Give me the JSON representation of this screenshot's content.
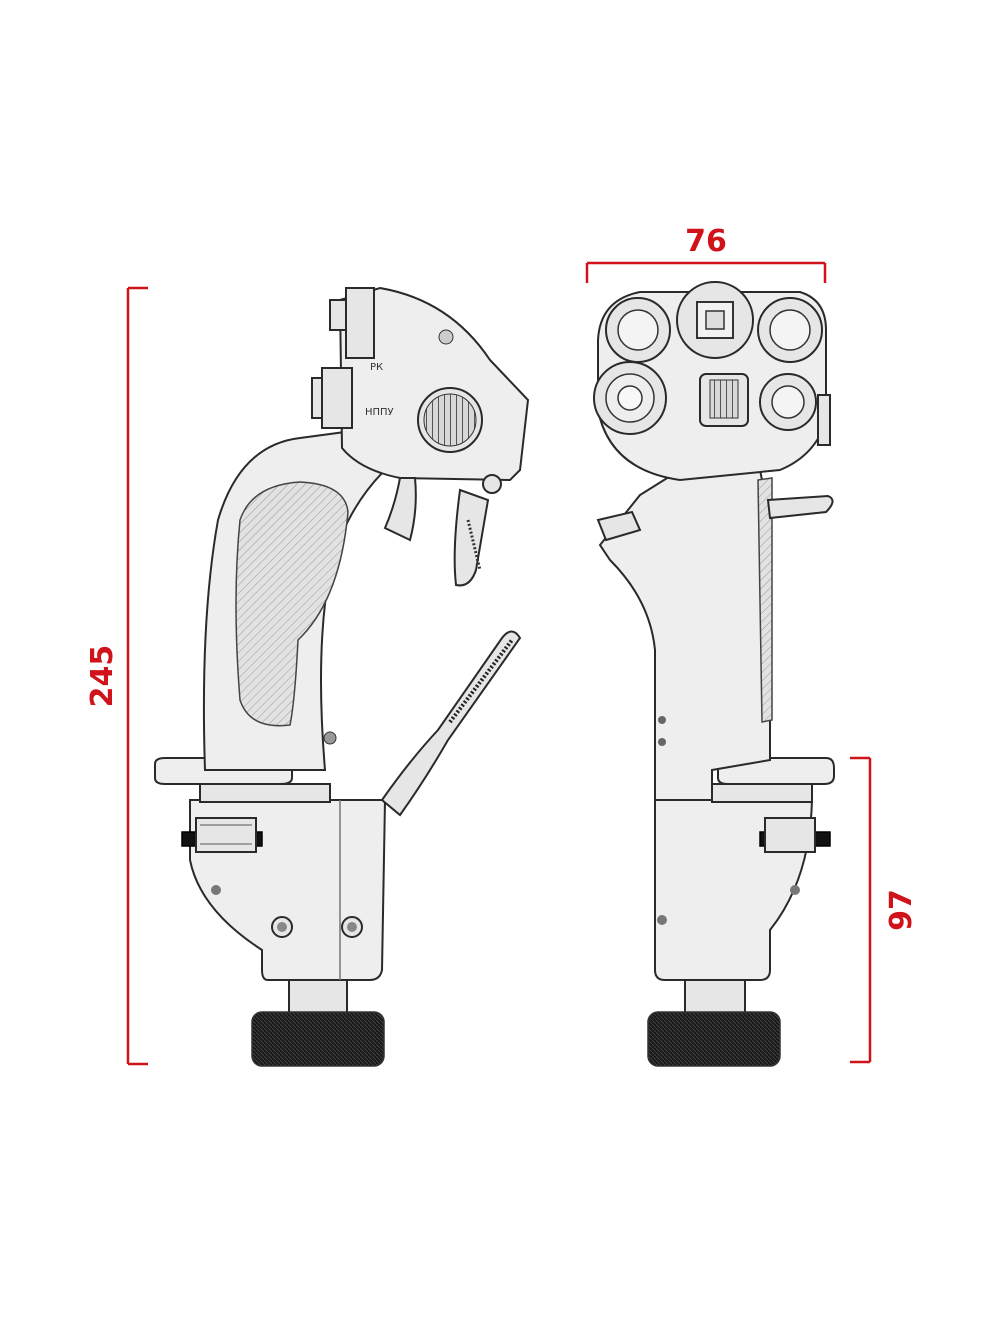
{
  "dimensions": {
    "height_total": "245",
    "width_top": "76",
    "height_base": "97"
  },
  "labels": {
    "rk": "РК",
    "nnpu": "НППУ"
  },
  "colors": {
    "dimension": "#d0121b",
    "body": "#eeeeee",
    "outline": "#2a2a2a",
    "knob": "#111111"
  }
}
